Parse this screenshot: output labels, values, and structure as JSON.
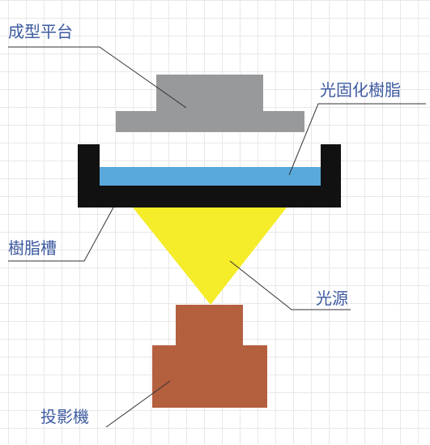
{
  "labels": {
    "platform": "成型平台",
    "resin": "光固化樹脂",
    "tank": "樹脂槽",
    "light": "光源",
    "projector": "投影機"
  },
  "colors": {
    "platform": "#98999b",
    "resin": "#5aa9dd",
    "tank": "#111111",
    "light": "#f5ec2a",
    "projector": "#b45f3e",
    "label_text": "#3d5aa0",
    "leader_line": "#333333",
    "grid": "#e8e8e8"
  }
}
